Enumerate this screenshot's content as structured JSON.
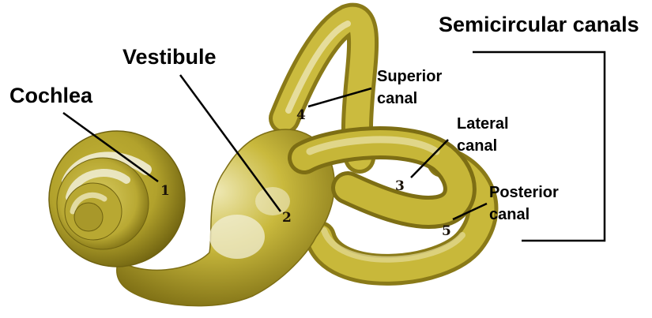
{
  "colors": {
    "tissue_base": "#c8b83a",
    "tissue_dark": "#8a7a18",
    "tissue_light": "#e8e2a8",
    "tissue_highlight": "#f4f2e0",
    "leader_line": "#000000",
    "background": "#ffffff"
  },
  "labels": {
    "semicircular_canals": "Semicircular canals",
    "cochlea": "Cochlea",
    "vestibule": "Vestibule",
    "superior_line1": "Superior",
    "superior_line2": "canal",
    "lateral_line1": "Lateral",
    "lateral_line2": "canal",
    "posterior_line1": "Posterior",
    "posterior_line2": "canal"
  },
  "markers": {
    "n1": "1",
    "n2": "2",
    "n3": "3",
    "n4": "4",
    "n5": "5"
  }
}
